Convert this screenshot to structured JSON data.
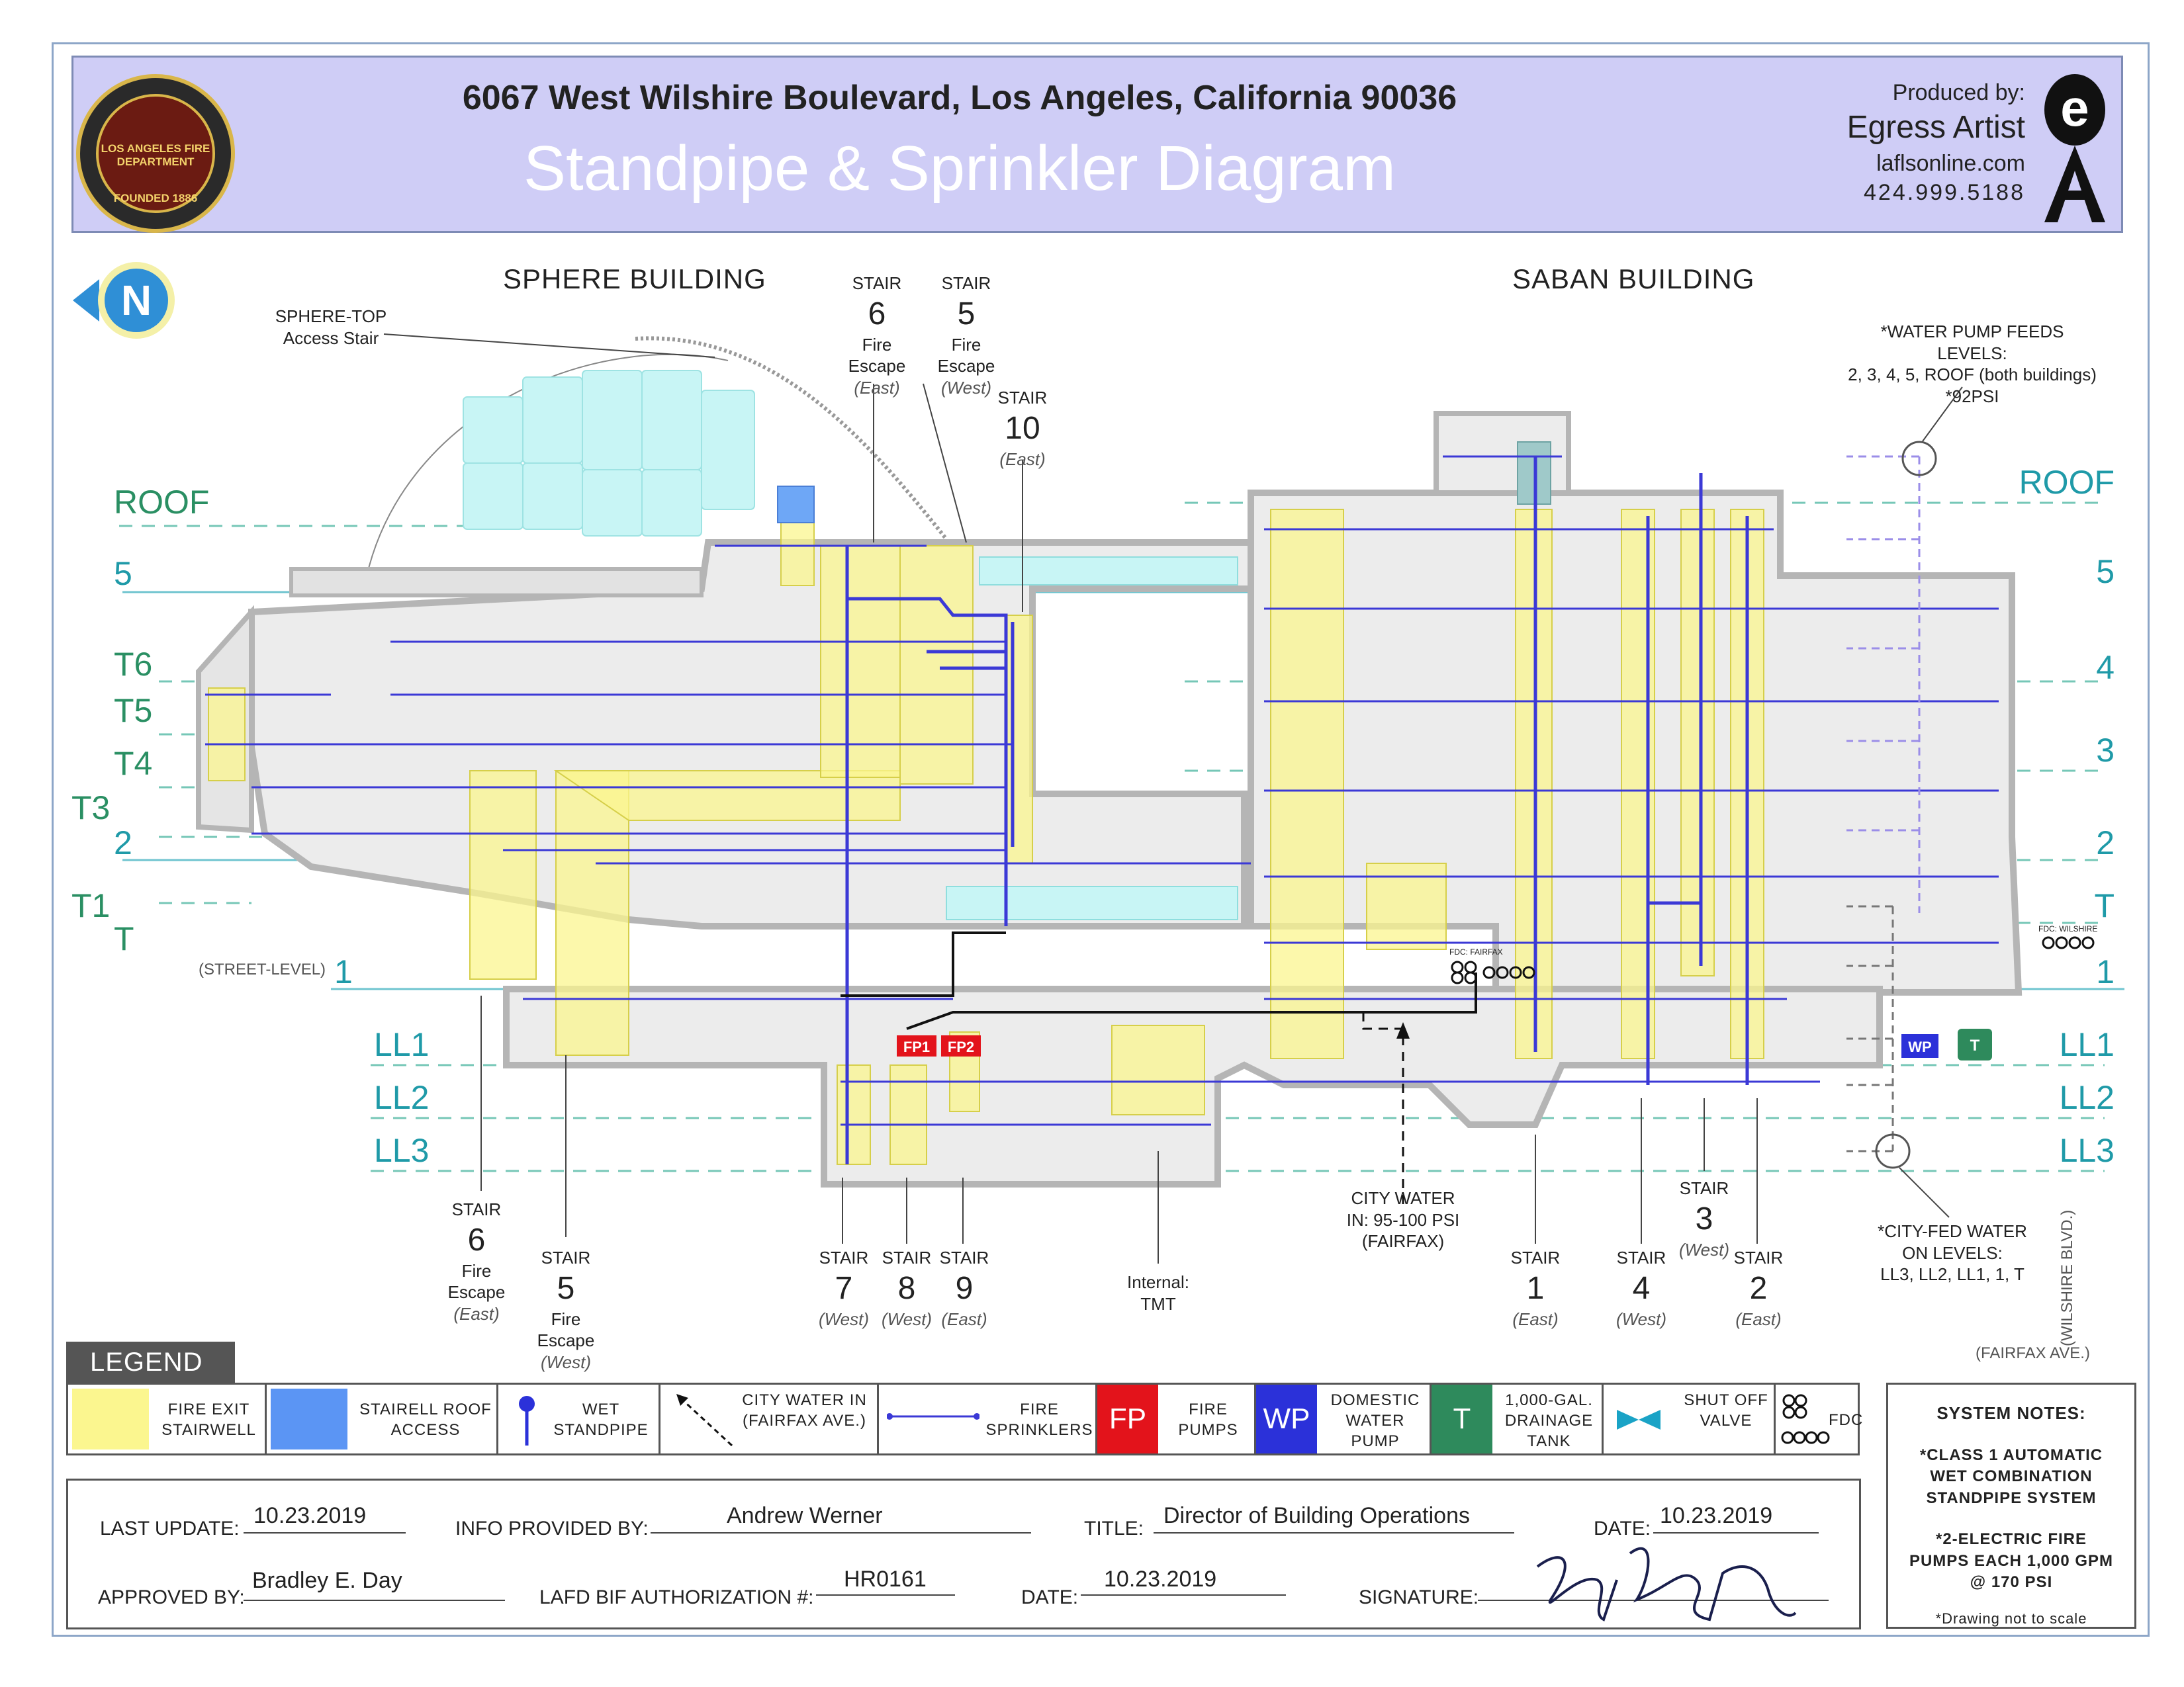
{
  "header": {
    "address": "6067 West Wilshire Boulevard, Los Angeles, California 90036",
    "title": "Standpipe & Sprinkler Diagram",
    "seal_text": "LOS ANGELES FIRE DEPARTMENT",
    "seal_founded": "FOUNDED 1886",
    "produced_by": "Produced by:",
    "brand": "Egress Artist",
    "website": "laflsonline.com",
    "phone": "424.999.5188"
  },
  "compass": "N",
  "buildings": {
    "left": "SPHERE BUILDING",
    "right": "SABAN BUILDING"
  },
  "notes": {
    "sphere_top_1": "SPHERE-TOP",
    "sphere_top_2": "Access Stair",
    "pump_1": "*WATER PUMP FEEDS",
    "pump_2": "LEVELS:",
    "pump_3": "2, 3, 4, 5, ROOF (both buildings)",
    "pump_4": "*92PSI",
    "city_fed_1": "*CITY-FED WATER",
    "city_fed_2": "ON LEVELS:",
    "city_fed_3": "LL3, LL2, LL1, 1, T",
    "city_water_1": "CITY WATER",
    "city_water_2": "IN: 95-100 PSI",
    "city_water_3": "(FAIRFAX)",
    "internal_1": "Internal:",
    "internal_2": "TMT",
    "street_level": "(STREET-LEVEL)",
    "wilshire": "(WILSHIRE BLVD.)",
    "fairfax": "(FAIRFAX AVE.)",
    "fdc_fairfax": "FDC: FAIRFAX",
    "fdc_wilshire": "FDC: WILSHIRE"
  },
  "left_levels": [
    "ROOF",
    "5",
    "T6",
    "T5",
    "T4",
    "T3",
    "2",
    "T1",
    "T",
    "1",
    "LL1",
    "LL2",
    "LL3"
  ],
  "right_levels": [
    "ROOF",
    "5",
    "4",
    "3",
    "2",
    "T",
    "1",
    "LL1",
    "LL2",
    "LL3"
  ],
  "stairs_top": [
    {
      "label": "STAIR",
      "num": "6",
      "kind": "Fire Escape",
      "dir": "(East)"
    },
    {
      "label": "STAIR",
      "num": "5",
      "kind": "Fire Escape",
      "dir": "(West)"
    },
    {
      "label": "STAIR",
      "num": "10",
      "kind": "",
      "dir": "(East)"
    }
  ],
  "stairs_bottom": [
    {
      "label": "STAIR",
      "num": "6",
      "kind": "Fire Escape",
      "dir": "(East)"
    },
    {
      "label": "STAIR",
      "num": "5",
      "kind": "Fire Escape",
      "dir": "(West)"
    },
    {
      "label": "STAIR",
      "num": "7",
      "kind": "",
      "dir": "(West)"
    },
    {
      "label": "STAIR",
      "num": "8",
      "kind": "",
      "dir": "(West)"
    },
    {
      "label": "STAIR",
      "num": "9",
      "kind": "",
      "dir": "(East)"
    },
    {
      "label": "STAIR",
      "num": "1",
      "kind": "",
      "dir": "(East)"
    },
    {
      "label": "STAIR",
      "num": "4",
      "kind": "",
      "dir": "(West)"
    },
    {
      "label": "STAIR",
      "num": "3",
      "kind": "",
      "dir": "(West)"
    },
    {
      "label": "STAIR",
      "num": "2",
      "kind": "",
      "dir": "(East)"
    }
  ],
  "equipment": {
    "fp1": "FP1",
    "fp2": "FP2",
    "wp": "WP",
    "tank": "T"
  },
  "legend": {
    "title": "LEGEND",
    "fire_exit": "FIRE EXIT STAIRWELL",
    "stairwell_roof": "STAIRELL ROOF ACCESS",
    "wet_standpipe": "WET STANDPIPE",
    "city_water": "CITY WATER IN (FAIRFAX AVE.)",
    "sprinklers": "FIRE SPRINKLERS",
    "fp_badge": "FP",
    "fire_pumps": "FIRE PUMPS",
    "wp_badge": "WP",
    "domestic": "DOMESTIC WATER PUMP",
    "t_badge": "T",
    "tank": "1,000-GAL. DRAINAGE TANK",
    "shutoff": "SHUT OFF VALVE",
    "fdc": "FDC",
    "colors": {
      "yellow": "#fbf68f",
      "blue": "#5b95f4",
      "red": "#e3131b",
      "wp": "#2b31d9",
      "tank": "#2e8a5c",
      "valve": "#1aa3c6"
    }
  },
  "signoff": {
    "last_update_label": "LAST UPDATE:",
    "last_update": "10.23.2019",
    "info_label": "INFO PROVIDED BY:",
    "info": "Andrew Werner",
    "title_label": "TITLE:",
    "title": "Director of Building Operations",
    "date_label": "DATE:",
    "date1": "10.23.2019",
    "approved_label": "APPROVED BY:",
    "approved": "Bradley E. Day",
    "lafd_label": "LAFD BIF AUTHORIZATION #:",
    "lafd": "HR0161",
    "date2": "10.23.2019",
    "signature_label": "SIGNATURE:"
  },
  "system_notes": {
    "heading": "SYSTEM NOTES:",
    "n1": "*CLASS 1 AUTOMATIC WET COMBINATION STANDPIPE SYSTEM",
    "n2": "*2-ELECTRIC FIRE PUMPS EACH 1,000 GPM @ 170 PSI",
    "n3": "*Drawing not to scale"
  }
}
